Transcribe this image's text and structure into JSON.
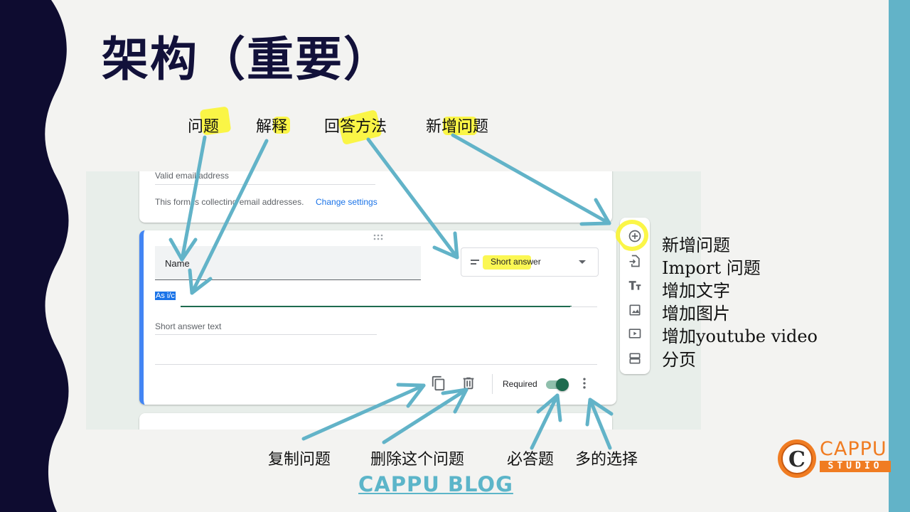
{
  "slide": {
    "title": "架构（重要）",
    "blog_link": "CAPPU BLOG",
    "logo": {
      "name": "CAPPU",
      "sub": "STUDIO",
      "mark": "C"
    },
    "colors": {
      "navy": "#12113a",
      "teal": "#62b3c8",
      "highlight": "#faf528",
      "arrow": "#62b3c8",
      "logo_orange": "#f07c22"
    }
  },
  "top_labels": [
    "问题",
    "解释",
    "回答方法",
    "新增问题"
  ],
  "side_labels": [
    "新增问题",
    "Import 问题",
    "增加文字",
    "增加图片",
    "增加youtube video",
    "分页"
  ],
  "bottom_labels": [
    "复制问题",
    "删除这个问题",
    "必答题",
    "多的选择"
  ],
  "form": {
    "email_placeholder": "Valid email address",
    "email_notice": "This form is collecting email addresses.",
    "change_settings": "Change settings",
    "question_title": "Name",
    "description": "As i/c",
    "answer_type": "Short answer",
    "answer_placeholder": "Short answer text",
    "required_label": "Required",
    "required_on": true
  },
  "icons": {
    "toolbar": [
      "add-circle-icon",
      "import-icon",
      "title-text-icon",
      "image-icon",
      "video-icon",
      "section-icon"
    ],
    "card": [
      "drag-handle-icon",
      "short-answer-icon",
      "dropdown-arrow-icon",
      "duplicate-icon",
      "delete-icon",
      "more-vert-icon"
    ]
  }
}
